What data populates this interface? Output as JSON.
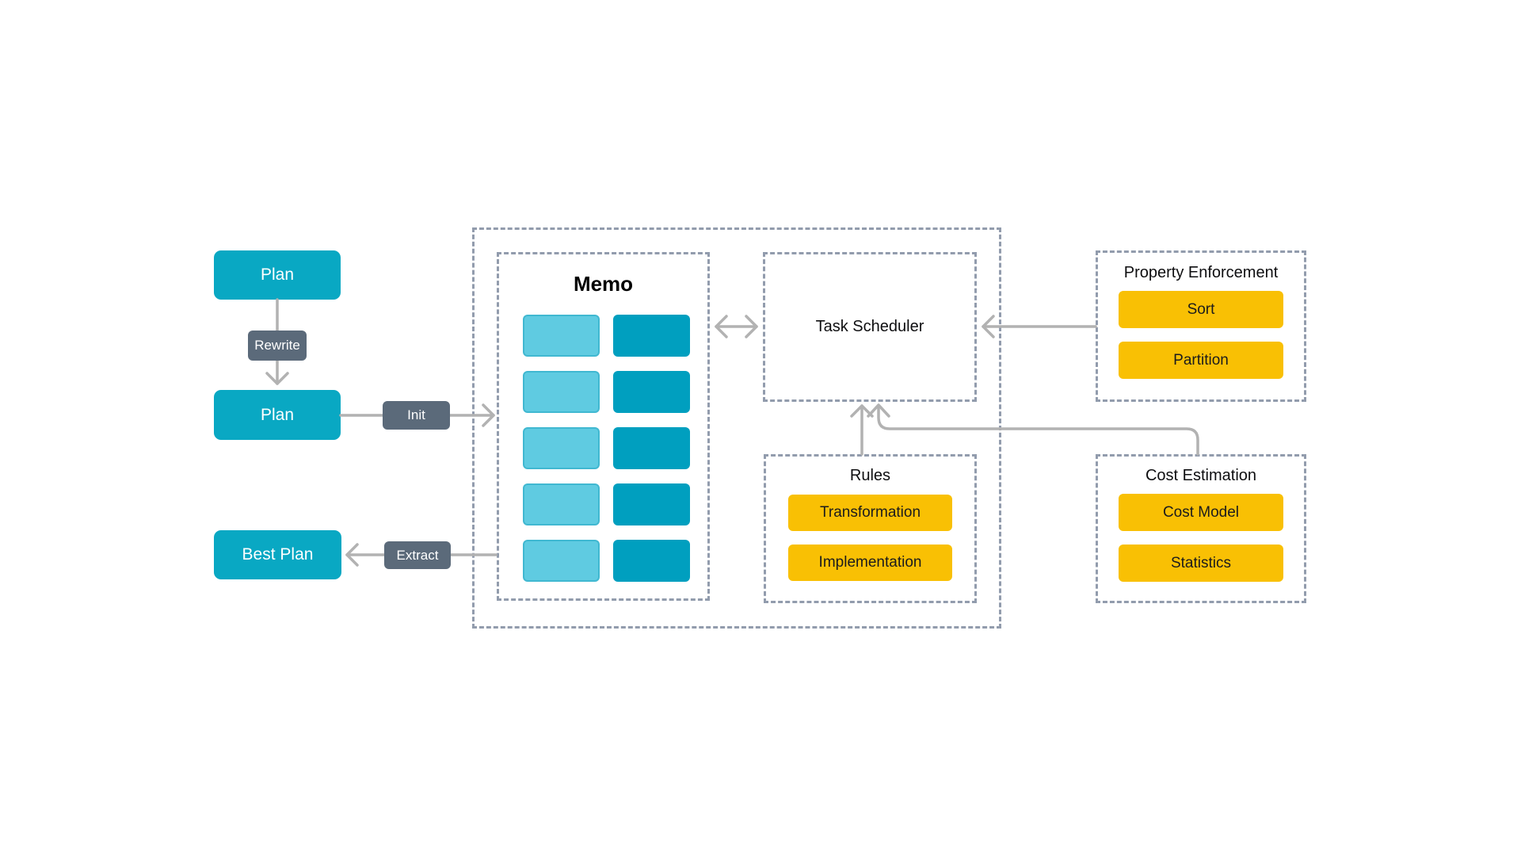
{
  "colors": {
    "teal": "#09A8C3",
    "cell_light": "#5FCBE1",
    "cell_dark": "#009FBF",
    "yellow": "#F9C004",
    "label_gray": "#5B6A7A",
    "arrow": "#B2B2B2",
    "dash": "#929CAD"
  },
  "plan_flow": {
    "plan_top": "Plan",
    "plan_mid": "Plan",
    "best_plan": "Best Plan",
    "rewrite_label": "Rewrite",
    "init_label": "Init",
    "extract_label": "Extract"
  },
  "memo": {
    "title": "Memo",
    "rows": 5,
    "cols": 2
  },
  "task_scheduler": {
    "title": "Task Scheduler"
  },
  "rules": {
    "title": "Rules",
    "items": [
      "Transformation",
      "Implementation"
    ]
  },
  "property_enforcement": {
    "title": "Property Enforcement",
    "items": [
      "Sort",
      "Partition"
    ]
  },
  "cost_estimation": {
    "title": "Cost Estimation",
    "items": [
      "Cost Model",
      "Statistics"
    ]
  }
}
